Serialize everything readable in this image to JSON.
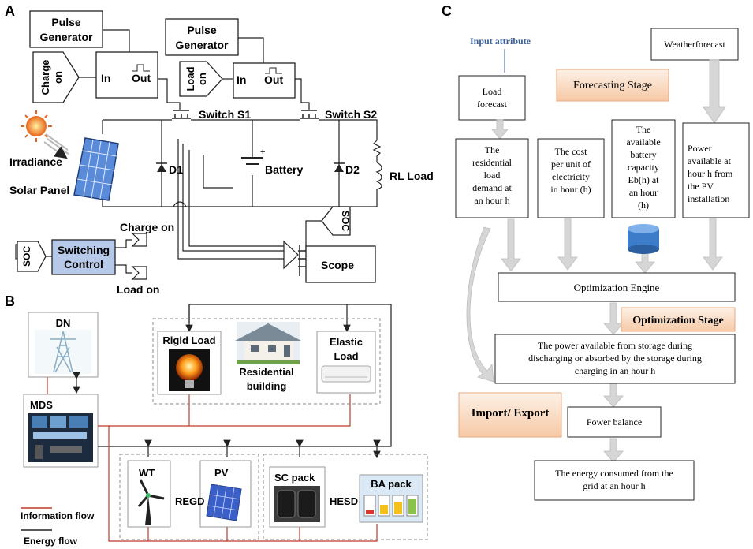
{
  "panels": {
    "a": "A",
    "b": "B",
    "c": "C"
  },
  "panel_a": {
    "pulse_gen_1": [
      "Pulse",
      "Generator"
    ],
    "pulse_gen_2": [
      "Pulse",
      "Generator"
    ],
    "charge_on_tag": [
      "Charge",
      "on"
    ],
    "load_on_tag": [
      "Load",
      "on"
    ],
    "in_label": "In",
    "out_label": "Out",
    "switch_s1": "Switch S1",
    "switch_s2": "Switch S2",
    "irradiance": "Irradiance",
    "solar_panel": "Solar Panel",
    "d1": "D1",
    "d2": "D2",
    "battery": "Battery",
    "rl_load": "RL Load",
    "charge_on": "Charge on",
    "load_on": "Load on",
    "soc": "SOC",
    "switching_control": [
      "Switching",
      "Control"
    ],
    "scope": "Scope"
  },
  "panel_b": {
    "dn": "DN",
    "mds": "MDS",
    "rigid_load": "Rigid Load",
    "residential_building": [
      "Residential",
      "building"
    ],
    "elastic_load": [
      "Elastic",
      "Load"
    ],
    "wt": "WT",
    "pv": "PV",
    "regd": "REGD",
    "sc_pack": "SC pack",
    "ba_pack": "BA pack",
    "hesd": "HESD",
    "information_flow": "Information flow",
    "energy_flow": "Energy flow",
    "colors": {
      "information": "#c0392b",
      "energy": "#222222",
      "ba_bg": "#dbe9f6"
    }
  },
  "panel_c": {
    "input_attribute": "Input attribute",
    "weather_forecast": "Weatherforecast",
    "forecasting_stage": "Forecasting Stage",
    "load_forecast": [
      "Load",
      "forecast"
    ],
    "residential_load": [
      "The",
      "residential",
      "load",
      "demand at",
      "an hour h"
    ],
    "cost_electricity": [
      "The cost",
      "per unit of",
      "electricity",
      "in hour (h)"
    ],
    "battery_capacity": [
      "The",
      "available",
      "battery",
      "capacity",
      "Eb(h) at",
      "an hour",
      "(h)"
    ],
    "pv_power": [
      "Power",
      "available at",
      "hour h from",
      "the PV",
      "installation"
    ],
    "optimization_engine": "Optimization Engine",
    "optimization_stage": "Optimization Stage",
    "storage_power": [
      "The power available from storage during",
      "discharging or absorbed by the storage during",
      "charging in an hour h"
    ],
    "import_export": "Import/ Export",
    "power_balance": "Power balance",
    "energy_consumed": [
      "The energy consumed from the",
      "grid at an hour h"
    ],
    "colors": {
      "stage_fill": "#fbe3cf",
      "stage_border": "#e8a97e",
      "arrow": "#d6d6d6",
      "input_attr": "#3a5f9a",
      "db": "#3d7cc9"
    }
  }
}
